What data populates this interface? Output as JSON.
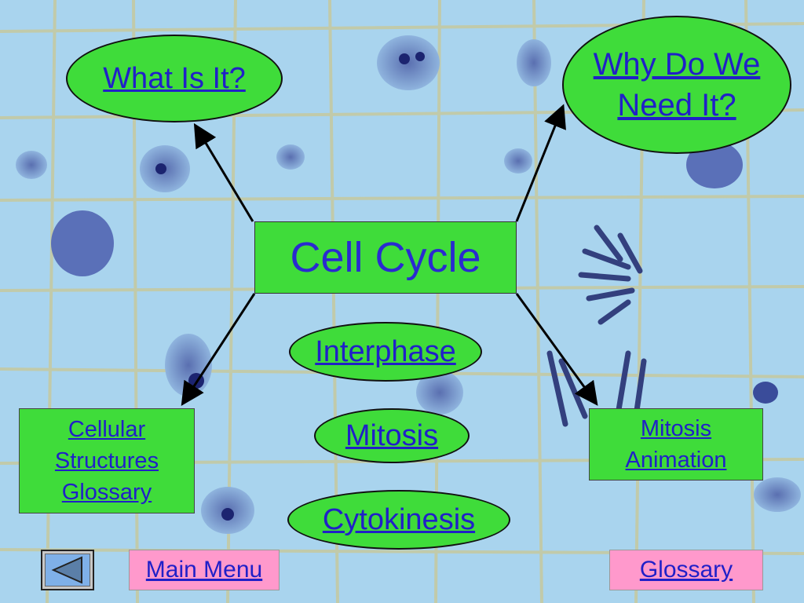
{
  "colors": {
    "bubble": "#3fdc3a",
    "link": "#2020c8",
    "nav_button": "#ff99cc",
    "background": "#a9d4ee"
  },
  "center": {
    "title": "Cell Cycle"
  },
  "bubbles": {
    "what": "What Is It?",
    "why_line1": "Why Do We",
    "why_line2": "Need It?",
    "interphase": "Interphase",
    "mitosis": "Mitosis",
    "cytokinesis": "Cytokinesis"
  },
  "boxes": {
    "cellular_line1": "Cellular",
    "cellular_line2": "Structures",
    "cellular_line3": "Glossary",
    "anim_line1": "Mitosis",
    "anim_line2": "Animation"
  },
  "nav": {
    "back_icon": "back-arrow-icon",
    "main_menu": "Main Menu",
    "glossary": "Glossary"
  }
}
